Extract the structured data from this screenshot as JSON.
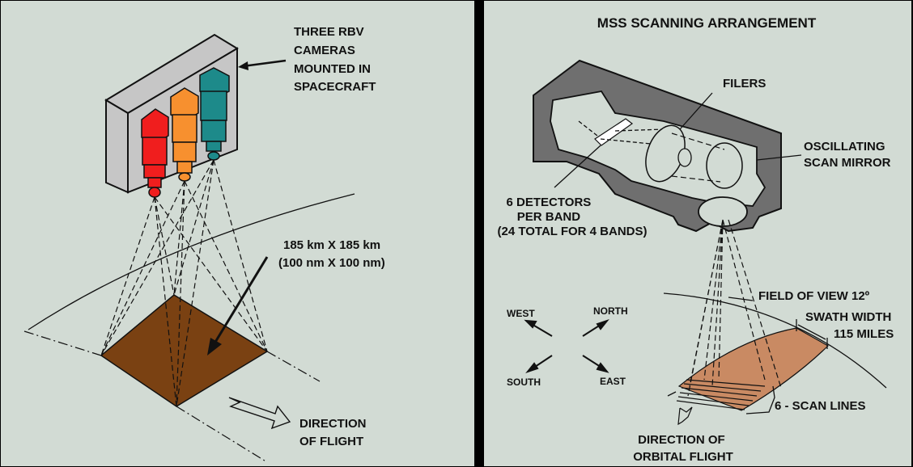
{
  "left_panel": {
    "cameras_label": [
      "THREE RBV",
      "CAMERAS",
      "MOUNTED IN",
      "SPACECRAFT"
    ],
    "area_label": [
      "185 km X 185 km",
      "(100 nm X 100 nm)"
    ],
    "direction_label": [
      "DIRECTION",
      "OF FLIGHT"
    ],
    "colors": {
      "red_camera": "#f01e1e",
      "orange_camera": "#f7902f",
      "teal_camera": "#1d8a8a",
      "ground_square": "#7a4112",
      "background": "#d2dbd4"
    }
  },
  "right_panel": {
    "title": "MSS SCANNING ARRANGEMENT",
    "filters_label": "FILERS",
    "mirror_label": [
      "OSCILLATING",
      "SCAN MIRROR"
    ],
    "detectors_label": [
      "6 DETECTORS",
      "PER BAND",
      "(24 TOTAL FOR 4 BANDS)"
    ],
    "fov_label": "FIELD OF VIEW 12º",
    "swath_label": [
      "SWATH WIDTH",
      "115 MILES"
    ],
    "scan_lines_label": "6 - SCAN LINES",
    "direction_label": [
      "DIRECTION OF",
      "ORBITAL FLIGHT"
    ],
    "compass": {
      "west": "WEST",
      "north": "NORTH",
      "south": "SOUTH",
      "east": "EAST"
    },
    "colors": {
      "housing": "#6f6f6f",
      "swath": "#c98a63"
    }
  }
}
